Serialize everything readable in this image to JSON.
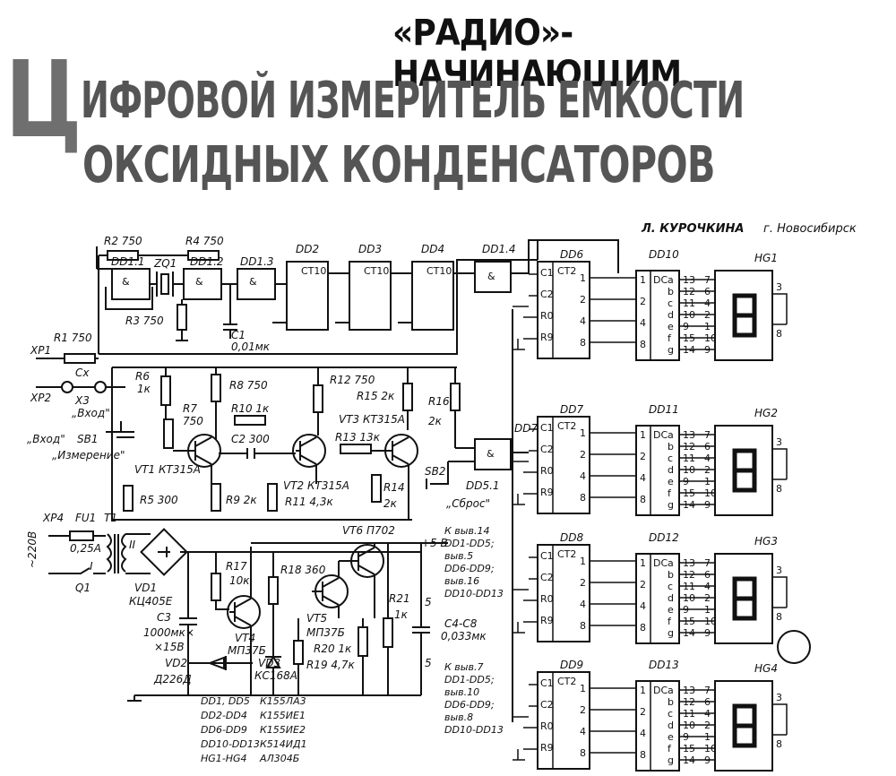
{
  "header": {
    "kicker": "«РАДИО»-НАЧИНАЮЩИМ",
    "title_big_letter": "Ц",
    "title_line1": "ИФРОВОЙ ИЗМЕРИТЕЛЬ ЕМКОСТИ",
    "title_line2": "ОКСИДНЫХ КОНДЕНСАТОРОВ",
    "author": "Л. КУРОЧКИНА",
    "city": "г. Новосибирск"
  },
  "schematic": {
    "top_labels": {
      "r2": "R2 750",
      "r4": "R4 750",
      "dd1_1": "DD1.1",
      "zq1": "ZQ1",
      "dd1_2": "DD1.2",
      "dd1_3": "DD1.3",
      "dd2": "DD2",
      "dd3": "DD3",
      "dd4": "DD4",
      "dd1_4": "DD1.4",
      "r3": "R3 750",
      "c1": "C1",
      "c1v": "0,01мк",
      "r1": "R1 750"
    },
    "counters": [
      "CT10",
      "CT10",
      "CT10"
    ],
    "input_section": {
      "xp1": "XP1",
      "xp2": "XP2",
      "x3": "X3",
      "vhod_q": "„Вход\"",
      "vhod": "„Вход\"",
      "cx": "Cx",
      "sb1": "SB1",
      "izm": "„Измерение\"",
      "r6": "R6",
      "r6v": "1к",
      "r7": "R7",
      "r7v": "750",
      "r8": "R8 750",
      "r10": "R10 1к",
      "c2": "C2 300",
      "r12": "R12 750",
      "r15": "R15 2к",
      "r16": "R16",
      "r16v": "2к",
      "vt3": "VT3 КТ315А",
      "r13": "R13 13к",
      "vt1": "VT1 КТ315А",
      "vt2": "VT2 КТ315А",
      "r5": "R5 300",
      "r9": "R9 2к",
      "r11": "R11 4,3к",
      "r14": "R14",
      "r14v": "2к",
      "dd5_1": "DD5.1",
      "sb2": "SB2",
      "sbros": "„Сброс\"",
      "dd7": "DD7"
    },
    "power_section": {
      "xp4": "XP4",
      "fu1": "FU1",
      "fuv": "0,25А",
      "t1": "T1",
      "mains": "~220В",
      "q1": "Q1",
      "wind1": "I",
      "wind2": "II",
      "vd1": "VD1",
      "vd1t": "КЦ405Е",
      "c3": "C3",
      "c3v": "1000мк×",
      "c3v2": "×15В",
      "vd2": "VD2",
      "vd2t": "Д226Д",
      "vd3": "VD3",
      "vd3t": "КС168А",
      "r17": "R17",
      "r17v": "10к",
      "vt4": "VT4",
      "vt4t": "МП37Б",
      "r18": "R18 360",
      "vt5": "VT5",
      "vt5t": "МП37Б",
      "vt6": "VT6 П702",
      "r20": "R20 1к",
      "r19": "R19 4,7к",
      "r21": "R21",
      "r21v": "1к",
      "plus5": "+5 В",
      "c48": "C4-C8",
      "c48v": "0,033мк"
    },
    "power_notes": [
      "К выв.14",
      "DD1-DD5;",
      "выв.5",
      "DD6-DD9;",
      "выв.16",
      "DD10-DD13",
      "К выв.7",
      "DD1-DD5;",
      "выв.10",
      "DD6-DD9;",
      "выв.8",
      "DD10-DD13"
    ],
    "parts_list": [
      {
        "ref": "DD1, DD5",
        "type": "К155ЛА3"
      },
      {
        "ref": "DD2-DD4",
        "type": "К155ИЕ1"
      },
      {
        "ref": "DD6-DD9",
        "type": "К155ИЕ2"
      },
      {
        "ref": "DD10-DD13",
        "type": "К514ИД1"
      },
      {
        "ref": "HG1-HG4",
        "type": "АЛ304Б"
      }
    ],
    "stages": [
      {
        "ct": "DD6",
        "dec": "DD10",
        "ind": "HG1"
      },
      {
        "ct": "DD7",
        "dec": "DD11",
        "ind": "HG2"
      },
      {
        "ct": "DD8",
        "dec": "DD12",
        "ind": "HG3"
      },
      {
        "ct": "DD9",
        "dec": "DD13",
        "ind": "HG4"
      }
    ],
    "ct2_label": "CT2",
    "dc_label": "DC",
    "ct_inputs": [
      "C1",
      "C2",
      "R0",
      "R9"
    ],
    "ct_outputs": [
      "1",
      "2",
      "4",
      "8"
    ],
    "dc_inputs": [
      "1",
      "2",
      "4",
      "8"
    ],
    "seg_letters": [
      "a",
      "b",
      "c",
      "d",
      "e",
      "f",
      "g"
    ],
    "seg_pins_dec": [
      "13",
      "12",
      "11",
      "10",
      "9",
      "15",
      "14"
    ],
    "seg_pins_ind": [
      "7",
      "6",
      "4",
      "2",
      "1",
      "10",
      "9"
    ]
  }
}
